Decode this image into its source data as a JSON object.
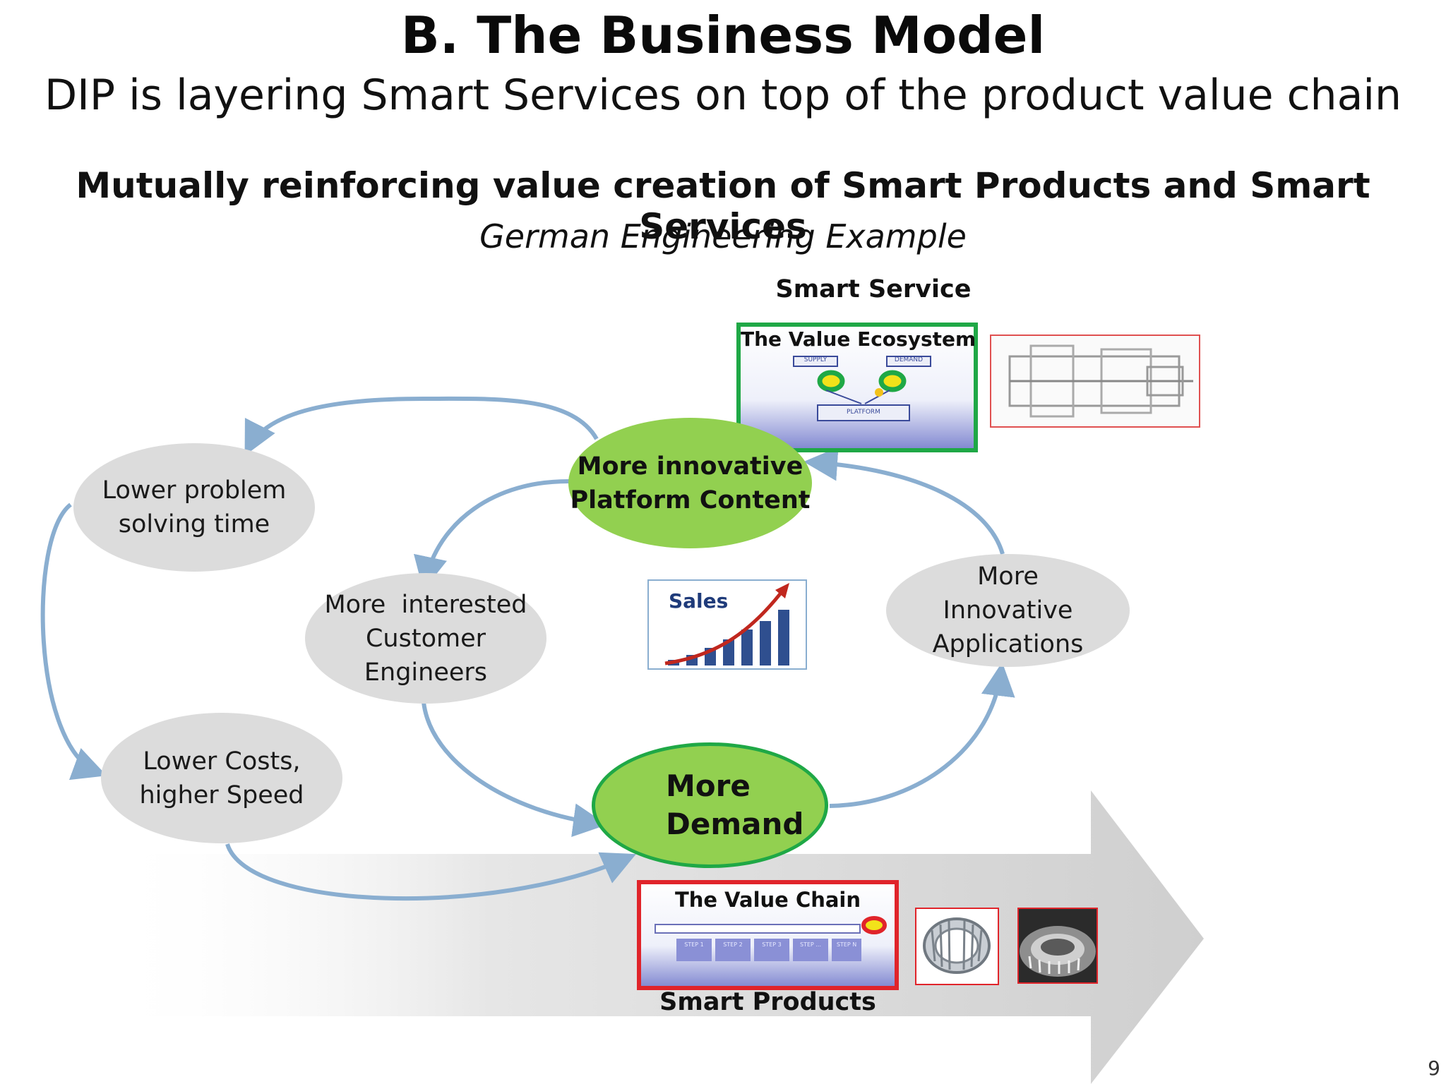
{
  "header": {
    "title": "B. The Business Model",
    "subtitle": "DIP is layering Smart Services on top of the product value chain",
    "heading": "Mutually reinforcing value creation of Smart Products and Smart Services",
    "subheading": "German Engineering Example"
  },
  "diagram": {
    "smart_service_label": "Smart Service",
    "smart_products_label": "Smart Products",
    "value_ecosystem": {
      "title": "The Value Ecosystem",
      "supply": "SUPPLY",
      "demand": "DEMAND",
      "platform": "PLATFORM"
    },
    "value_chain": {
      "title": "The Value Chain",
      "steps": [
        "STEP 1",
        "STEP 2",
        "STEP 3",
        "STEP ...",
        "STEP N"
      ]
    },
    "sales_label": "Sales",
    "nodes": {
      "platform_content": [
        "More innovative",
        "Platform Content"
      ],
      "more_demand": [
        "More",
        "Demand"
      ],
      "lower_problem": [
        "Lower problem",
        "solving time"
      ],
      "customer_engineers": [
        "More  interested",
        "Customer",
        "Engineers"
      ],
      "innovative_apps": [
        "More",
        "Innovative",
        "Applications"
      ],
      "lower_costs": [
        "Lower Costs,",
        "higher Speed"
      ]
    },
    "colors": {
      "green_fill": "#92d050",
      "green_border": "#1fa846",
      "arrow": "#8aaed0",
      "node_grey": "#dcdcdc",
      "red_frame": "#e0242a"
    }
  },
  "page_number": "9"
}
